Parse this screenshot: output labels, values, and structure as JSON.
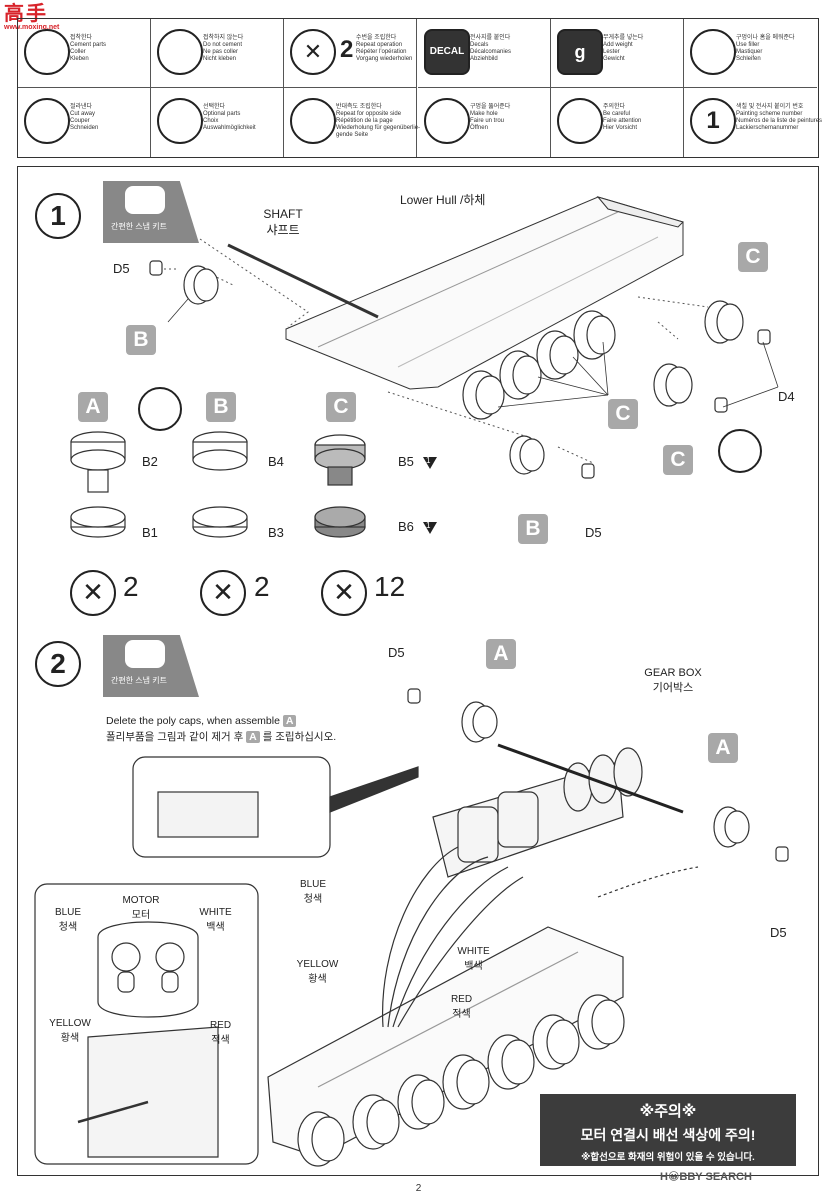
{
  "logo": {
    "title": "高手",
    "sub": "www.moxing.net"
  },
  "watermark": "H😀BBY SEARCH",
  "legend": [
    {
      "icon": "cement-icon",
      "lines": [
        "접착한다",
        "Cement parts",
        "Coller",
        "Kleben"
      ]
    },
    {
      "icon": "no-cement-icon",
      "lines": [
        "접착하지 않는다",
        "Do not cement",
        "Ne pas coller",
        "Nicht kleben"
      ]
    },
    {
      "icon": "repeat-icon",
      "num": "2",
      "lines": [
        "수번을 조립한다",
        "Repeat operation",
        "Répéter l'opération",
        "Vorgang wiederholen"
      ]
    },
    {
      "icon": "decal-icon",
      "badge": "DECAL",
      "lines": [
        "전사지를 붙인다",
        "Decals",
        "Décalcomanies",
        "Abziehbild"
      ]
    },
    {
      "icon": "weight-icon",
      "badge": "g",
      "lines": [
        "무게추를 넣는다",
        "Add weight",
        "Lester",
        "Gewicht"
      ]
    },
    {
      "icon": "filler-icon",
      "lines": [
        "구멍이나 홈을 메워준다",
        "Use filler",
        "Mastiquer",
        "Schleifen"
      ]
    },
    {
      "icon": "cut-icon",
      "lines": [
        "절라낸다",
        "Cut away",
        "Couper",
        "Schneiden"
      ]
    },
    {
      "icon": "optional-icon",
      "lines": [
        "선택한다",
        "Optional parts",
        "Choix",
        "Auswahlmöglichkeit"
      ]
    },
    {
      "icon": "opposite-icon",
      "lines": [
        "반대측도 조립한다",
        "Repeat for opposite side",
        "Répétition de la page",
        "Wiederholung für gegenüberlie-",
        "gende Seite"
      ]
    },
    {
      "icon": "hole-icon",
      "lines": [
        "구멍을 뚫어준다",
        "Make hole",
        "Faire un trou",
        "Öffnen"
      ]
    },
    {
      "icon": "careful-icon",
      "lines": [
        "주의한다",
        "Be careful",
        "Faire attention",
        "Hier Vorsicht"
      ]
    },
    {
      "icon": "paint-number-icon",
      "num": "1",
      "lines": [
        "색칠 및 전사지 붙이기 번호",
        "Painting scheme number",
        "Numéros de la liste de peintures",
        "Lackierschemanummer"
      ]
    }
  ],
  "step1": {
    "num": "1",
    "kit_tag": "간편한 스냅 키트",
    "hull_label": "Lower Hull /하체",
    "shaft_label": [
      "SHAFT",
      "샤프트"
    ],
    "parts": {
      "d5a": "D5",
      "d5b": "D5",
      "d4": "D4"
    },
    "letters": {
      "b1": "B",
      "c1": "C",
      "c2": "C",
      "c3": "C",
      "b2": "B"
    },
    "sub": [
      {
        "letter": "A",
        "top": "B2",
        "bottom": "B1",
        "repeat": "2"
      },
      {
        "letter": "B",
        "top": "B4",
        "bottom": "B3",
        "repeat": "2"
      },
      {
        "letter": "C",
        "top": "B5",
        "bottom": "B6",
        "repeat": "12",
        "mark_top": "1",
        "mark_bottom": "1"
      }
    ]
  },
  "step2": {
    "num": "2",
    "kit_tag": "간편한 스냅 키트",
    "note_en": "Delete the poly caps, when assemble",
    "note_en_badge": "A",
    "note_kr_a": "폴리부품을 그림과 같이 제거 후",
    "note_kr_badge": "A",
    "note_kr_b": "를 조립하십시오.",
    "d5_top": "D5",
    "d5_bottom": "D5",
    "letter_a1": "A",
    "letter_a2": "A",
    "gearbox": [
      "GEAR BOX",
      "기어박스"
    ],
    "motor": [
      "MOTOR",
      "모터"
    ],
    "inset_labels": {
      "blue": [
        "BLUE",
        "청색"
      ],
      "white": [
        "WHITE",
        "백색"
      ],
      "yellow": [
        "YELLOW",
        "황색"
      ],
      "red": [
        "RED",
        "적색"
      ]
    },
    "main_labels": {
      "blue": [
        "BLUE",
        "청색"
      ],
      "white": [
        "WHITE",
        "백색"
      ],
      "yellow": [
        "YELLOW",
        "황색"
      ],
      "red": [
        "RED",
        "적색"
      ]
    }
  },
  "warning": {
    "title": "※주의※",
    "line1": "모터 연결시 배선 색상에 주의!",
    "line2": "※합선으로 화재의 위험이 있을 수 있습니다."
  },
  "page_number": "2"
}
